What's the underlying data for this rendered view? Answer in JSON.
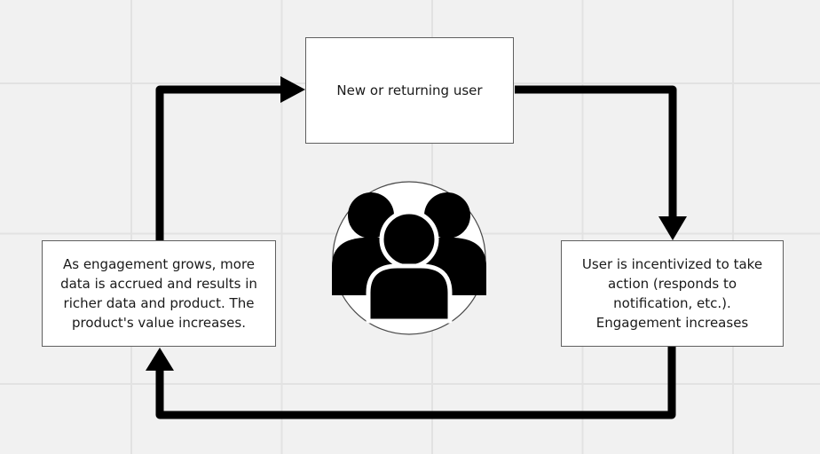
{
  "diagram": {
    "nodes": {
      "top": "New or returning user",
      "right": "User is incentivized to take action (responds to notification, etc.). Engagement increases",
      "left": "As engagement grows, more data is accrued and results in richer data and product. The product's value increases."
    },
    "center_icon": "user-group-icon",
    "colors": {
      "background": "#f1f1f1",
      "grid": "#e2e2e2",
      "arrow": "#000000",
      "node_fill": "#ffffff",
      "node_border": "#5f5f5f"
    }
  }
}
